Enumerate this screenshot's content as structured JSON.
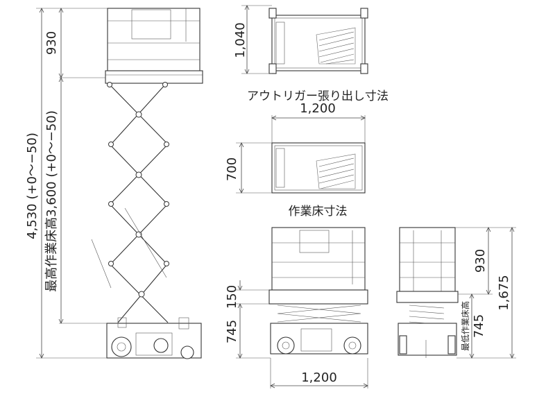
{
  "labels": {
    "side_guard_height": "930",
    "total_height": "4,530 (+0〜−50)",
    "platform_height": "最高作業床高3,600 (+0〜−50)",
    "outrigger_depth": "1,040",
    "outrigger_caption": "アウトリガー張り出し寸法",
    "outrigger_width": "1,200",
    "deck_depth": "700",
    "deck_caption": "作業床寸法",
    "front_rail": "150",
    "front_base": "745",
    "front_width": "1,200",
    "rear_guard": "930",
    "rear_total": "1,675",
    "rear_min_height_caption": "最低作業床高",
    "rear_min_height": "745"
  }
}
